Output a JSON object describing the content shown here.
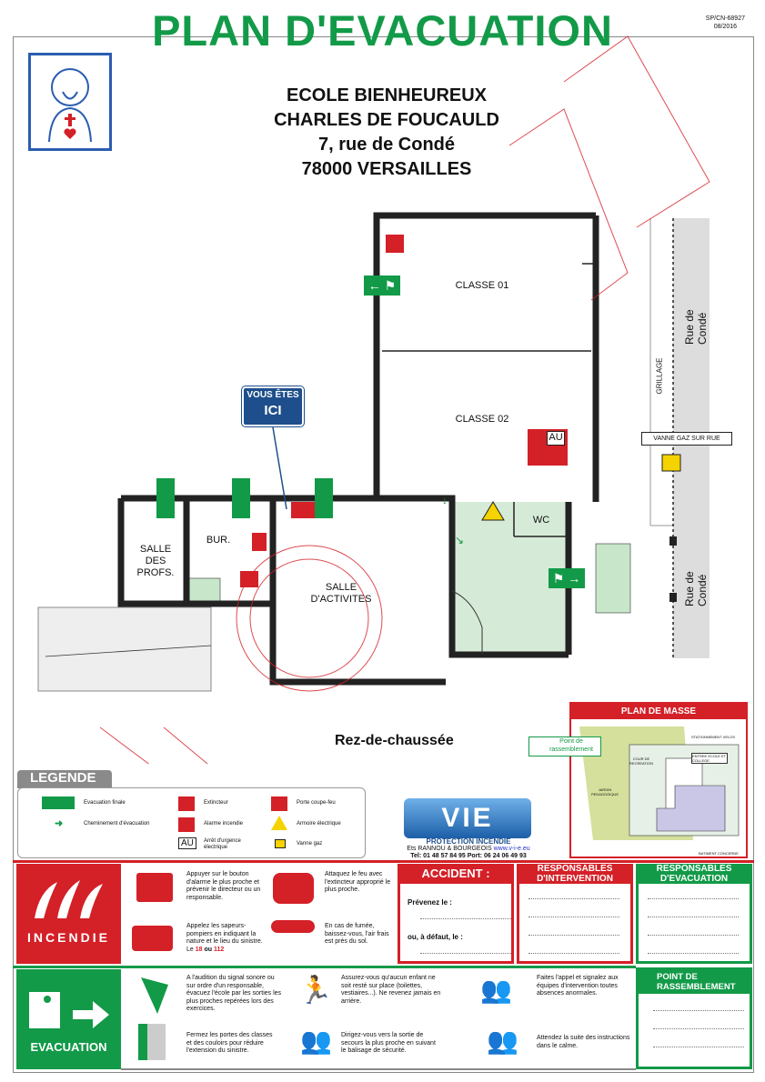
{
  "header": {
    "title": "PLAN D'EVACUATION",
    "ref": "SP/CN-68927",
    "date": "08/2016"
  },
  "school": {
    "line1": "ECOLE BIENHEUREUX",
    "line2": "CHARLES DE FOUCAULD",
    "line3": "7, rue de Condé",
    "line4": "78000 VERSAILLES"
  },
  "plan": {
    "rooms": {
      "classe01": "CLASSE 01",
      "classe02": "CLASSE 02",
      "salle_profs_1": "SALLE",
      "salle_profs_2": "DES",
      "salle_profs_3": "PROFS.",
      "bureau": "BUR.",
      "salle_act_1": "SALLE",
      "salle_act_2": "D'ACTIVITES",
      "wc": "WC"
    },
    "you_are_here_1": "VOUS ÊTES",
    "you_are_here_2": "ICI",
    "street1": "Rue de Condé",
    "street2": "Rue de Condé",
    "grillage": "GRILLAGE",
    "vanne": "VANNE GAZ SUR RUE",
    "au": "AU",
    "level": "Rez-de-chaussée"
  },
  "legend": {
    "title": "LEGENDE",
    "items": [
      "Evacuation finale",
      "Cheminement d'évacuation",
      "Extincteur",
      "Alarme incendie",
      "Arrêt d'urgence électrique",
      "Porte coupe-feu",
      "Armoire électrique",
      "Vanne gaz"
    ],
    "au": "AU"
  },
  "company": {
    "logo": "VIE",
    "name": "PROTECTION INCENDIE",
    "line": "Ets RANNOU & BOURGEOIS",
    "web": "www.v-i-e.eu",
    "tel": "Tel: 01 48 57 84 95   Port: 06 24 06 49 93"
  },
  "masse": {
    "title": "PLAN DE MASSE",
    "point": "Point de rassemblement",
    "stationnement": "STATIONNEMENT VELOS",
    "entree": "ENTREE ECOLE ET COLLEGE",
    "cour": "COUR DE RECREATION",
    "jardin": "JARDIN PEDAGOGIQUE",
    "batiment": "BATIMENT CONCERNE"
  },
  "incendie": {
    "label": "INCENDIE",
    "steps": [
      "Appuyer sur le bouton d'alarme le plus proche et prévenir le directeur ou un responsable.",
      "Attaquez le feu avec l'extincteur approprié le plus proche.",
      "Appelez les sapeurs-pompiers en indiquant la nature et le lieu du sinistre. Le",
      "En cas de fumée, baissez-vous, l'air frais est près du sol."
    ],
    "num1": "18",
    "or": "ou",
    "num2": "112"
  },
  "accident": {
    "title": "ACCIDENT :",
    "prevenez": "Prévenez le :",
    "defaut": "ou, à défaut, le :"
  },
  "resp_intervention": "RESPONSABLES D'INTERVENTION",
  "resp_evacuation": "RESPONSABLES D'EVACUATION",
  "evacuation": {
    "label": "EVACUATION",
    "steps": [
      "A l'audition du signal sonore ou sur ordre d'un responsable, évacuez l'école par les sorties les plus proches repérées lors des exercices.",
      "Assurez-vous qu'aucun enfant ne soit resté sur place (toilettes, vestiaires...). Ne revenez jamais en arrière.",
      "Faites l'appel et signalez aux équipes d'intervention toutes absences anormales.",
      "Fermez les portes des classes et des couloirs pour réduire l'extension du sinistre.",
      "Dirigez-vous vers la sortie de secours la plus proche en suivant le balisage de sécurité.",
      "Attendez la suite des instructions dans le calme."
    ]
  },
  "rassemblement": "POINT DE RASSEMBLEMENT",
  "colors": {
    "green": "#129a48",
    "red": "#d42027",
    "blue": "#1e4f8c"
  }
}
